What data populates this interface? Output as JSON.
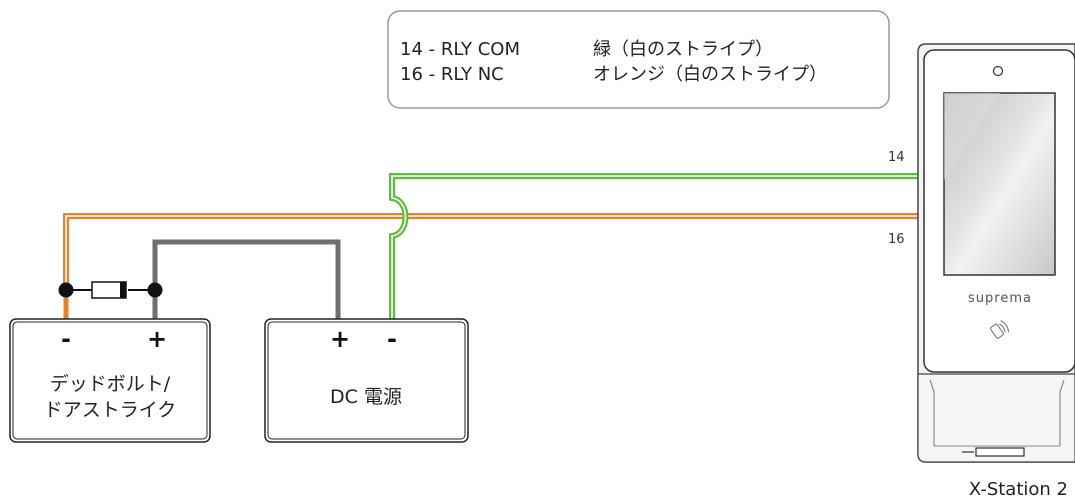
{
  "legend": {
    "rows": [
      {
        "pin": "14 - RLY COM",
        "wire": "緑（白のストライプ）"
      },
      {
        "pin": "16 - RLY NC",
        "wire": "オレンジ（白のストライプ）"
      }
    ]
  },
  "deadbolt": {
    "label_line1": "デッドボルト/",
    "label_line2": "ドアストライク",
    "minus": "-",
    "plus": "+"
  },
  "power": {
    "label": "DC 電源",
    "plus": "+",
    "minus": "-"
  },
  "device": {
    "name": "X-Station 2",
    "brand": "suprema",
    "pin_top": "14",
    "pin_bottom": "16"
  },
  "colors": {
    "green_wire": "#5cbf3a",
    "orange_wire": "#e8822a",
    "gray_wire": "#6e6e73"
  },
  "icons": [
    "diode-icon",
    "camera-icon",
    "rfid-icon"
  ]
}
